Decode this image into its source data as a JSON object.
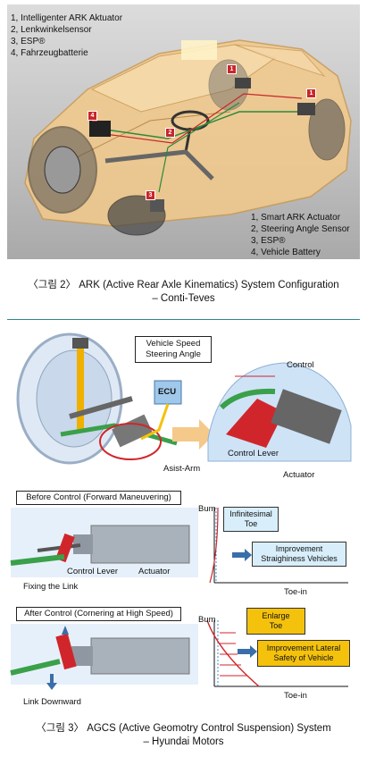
{
  "figure1": {
    "legend_de": [
      "1, Intelligenter ARK Aktuator",
      "2, Lenkwinkelsensor",
      "3, ESP®",
      "4, Fahrzeugbatterie"
    ],
    "legend_en": [
      "1, Smart ARK Actuator",
      "2, Steering Angle Sensor",
      "3, ESP®",
      "4, Vehicle Battery"
    ],
    "markers": [
      "1",
      "1",
      "2",
      "3",
      "4"
    ],
    "caption_line1": "〈그림 2〉 ARK (Active Rear Axle Kinematics) System Configuration",
    "caption_line2": "– Conti-Teves"
  },
  "figure2": {
    "top": {
      "callout": [
        "Vehicle Speed",
        "Steering Angle"
      ],
      "ecu": "ECU",
      "control": "Control",
      "control_lever": "Control Lever",
      "actuator": "Actuator",
      "assist_arm": "Asist-Arm"
    },
    "before": {
      "title": "Before Control (Forward Maneuvering)",
      "control_lever": "Control Lever",
      "actuator": "Actuator",
      "fixing": "Fixing the Link",
      "axis_y": "Bum",
      "axis_x": "Toe-in",
      "box1": [
        "Infinitesimal",
        "Toe"
      ],
      "box2": [
        "Improvement",
        "Straighiness Vehicles"
      ]
    },
    "after": {
      "title": "After Control (Cornering at High Speed)",
      "link": "Link Downward",
      "axis_y": "Bum",
      "axis_x": "Toe-in",
      "box1": [
        "Enlarge",
        "Toe"
      ],
      "box2": [
        "Improvement Lateral",
        "Safety of Vehicle"
      ]
    },
    "caption_line1": "〈그림 3〉 AGCS (Active Geomotry Control Suspension) System",
    "caption_line2": "– Hyundai Motors"
  },
  "colors": {
    "accent_yellow": "#f4c20d",
    "marker_red": "#c8262b",
    "rule_teal": "#2b8a8a",
    "box_blue": "#d8eefa"
  }
}
